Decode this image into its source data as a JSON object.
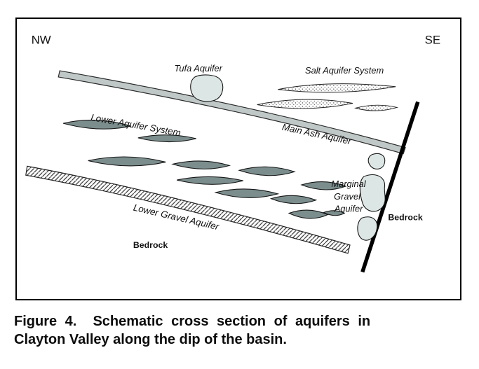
{
  "figure": {
    "compass_nw": "NW",
    "compass_se": "SE",
    "labels": {
      "tufa": "Tufa Aquifer",
      "salt": "Salt Aquifer System",
      "main_ash": "Main Ash Aquifer",
      "lower_aquifer": "Lower Aquifer System",
      "lower_gravel": "Lower Gravel Aquifer",
      "marginal_line1": "Marginal",
      "marginal_line2": "Gravel",
      "marginal_line3": "Aquifer",
      "bedrock_bottom": "Bedrock",
      "bedrock_right": "Bedrock"
    },
    "colors": {
      "ash_band_fill": "#bfc8c7",
      "lens_fill": "#7b8e8d",
      "blob_fill": "#dce6e5",
      "outline": "#161616"
    }
  },
  "caption": {
    "line1": "Figure 4.  Schematic cross section of aquifers in",
    "line2": "Clayton Valley along the dip of the basin."
  }
}
